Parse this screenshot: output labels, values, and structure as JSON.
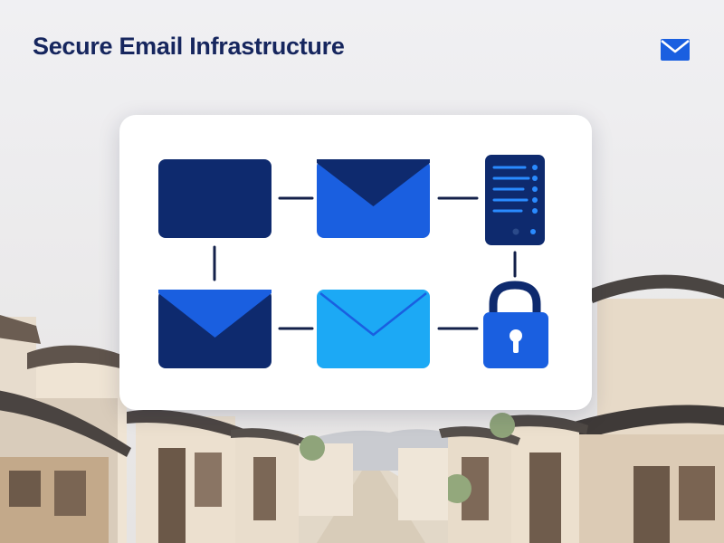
{
  "header": {
    "title": "Secure Email Infrastructure",
    "mail_icon": "envelope-icon"
  },
  "diagram": {
    "nodes": [
      {
        "id": "block-1",
        "icon": "dark-block-icon",
        "color": "#0e2a6e"
      },
      {
        "id": "envelope-1",
        "icon": "envelope-icon",
        "color": "#1a5fe0"
      },
      {
        "id": "server",
        "icon": "server-icon",
        "color": "#0e2a6e"
      },
      {
        "id": "envelope-2",
        "icon": "envelope-icon",
        "color": "#0e2a6e"
      },
      {
        "id": "envelope-3",
        "icon": "envelope-icon",
        "color": "#1ca9f5"
      },
      {
        "id": "lock",
        "icon": "lock-icon",
        "color": "#1a5fe0"
      }
    ]
  },
  "colors": {
    "navy": "#0e2a6e",
    "blue": "#1a5fe0",
    "sky": "#1ca9f5",
    "title": "#16265e"
  }
}
